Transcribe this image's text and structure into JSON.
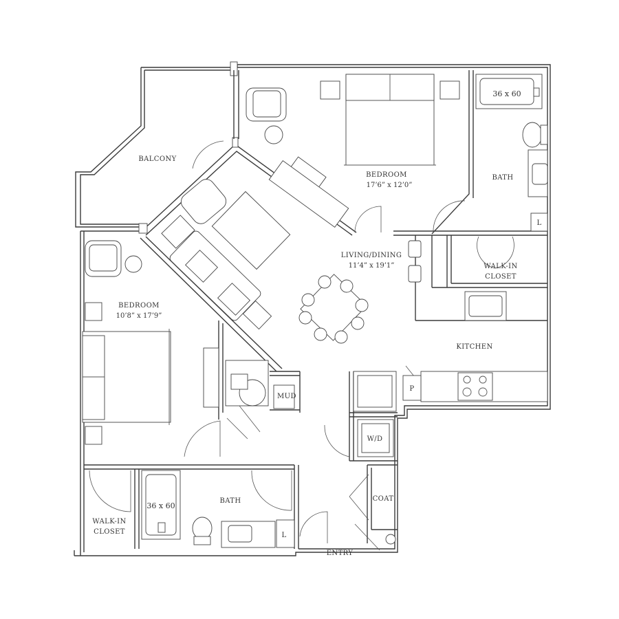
{
  "rooms": {
    "balcony": {
      "label": "BALCONY"
    },
    "bedroom_1": {
      "label": "BEDROOM",
      "dimensions": "17’6” x 12’0”"
    },
    "bath_1": {
      "label": "BATH",
      "tub": "36 x 60",
      "linen": "L"
    },
    "living_dining": {
      "label": "LIVING/DINING",
      "dimensions": "11’4” x 19’1”"
    },
    "walk_in_closet_1": {
      "label_line1": "WALK-IN",
      "label_line2": "CLOSET"
    },
    "bedroom_2": {
      "label": "BEDROOM",
      "dimensions": "10’8” x 17’9”"
    },
    "kitchen": {
      "label": "KITCHEN",
      "pantry": "P"
    },
    "mud": {
      "label": "MUD"
    },
    "laundry": {
      "label": "W/D"
    },
    "coat": {
      "label": "COAT"
    },
    "bath_2": {
      "label": "BATH",
      "tub": "36 x 60",
      "linen": "L"
    },
    "walk_in_closet_2": {
      "label_line1": "WALK-IN",
      "label_line2": "CLOSET"
    },
    "entry": {
      "label": "ENTRY"
    }
  }
}
